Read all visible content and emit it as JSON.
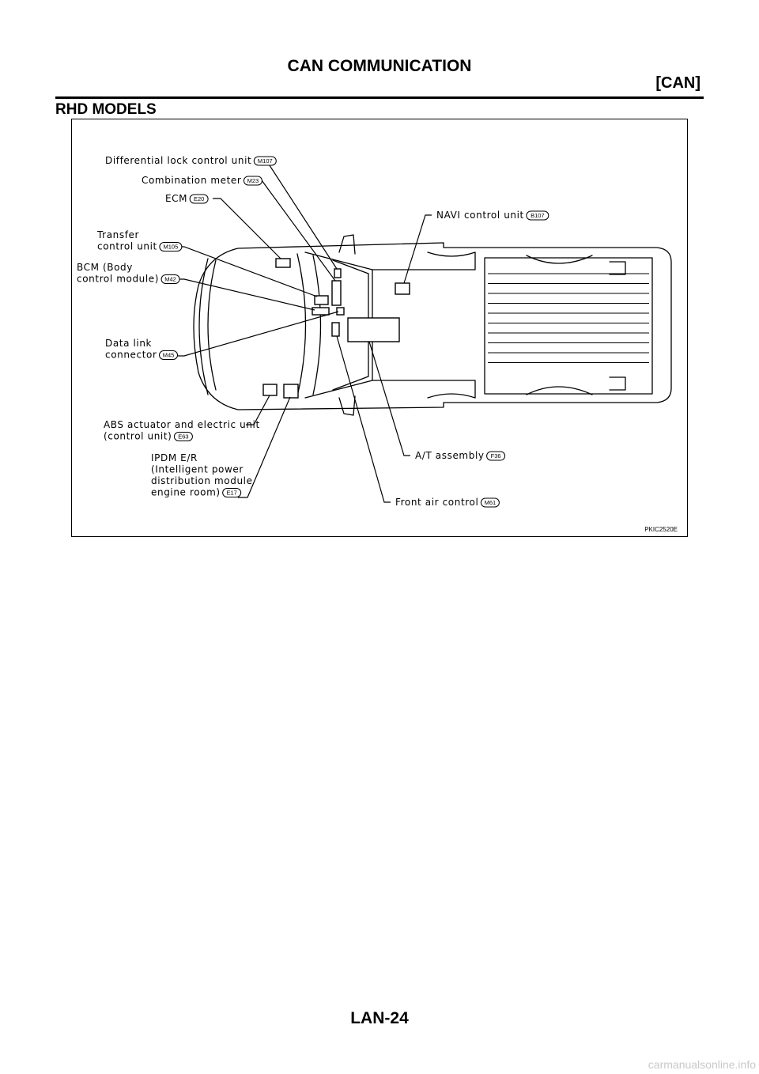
{
  "header": {
    "title": "CAN COMMUNICATION",
    "section": "[CAN]"
  },
  "subtitle": "RHD MODELS",
  "figure": {
    "labels": [
      {
        "lines": [
          "Differential lock control unit"
        ],
        "code": "M107"
      },
      {
        "lines": [
          "Combination meter"
        ],
        "code": "M23"
      },
      {
        "lines": [
          "ECM"
        ],
        "code": "E20"
      },
      {
        "lines": [
          "NAVI control unit"
        ],
        "code": "B107"
      },
      {
        "lines": [
          "Transfer",
          "control unit"
        ],
        "code": "M105"
      },
      {
        "lines": [
          "BCM (Body",
          "control module)"
        ],
        "code": "M42"
      },
      {
        "lines": [
          "Data link",
          "connector"
        ],
        "code": "M45"
      },
      {
        "lines": [
          "ABS actuator and electric unit",
          "(control unit)"
        ],
        "code": "E63"
      },
      {
        "lines": [
          "IPDM E/R",
          "(Intelligent power",
          "distribution module",
          "engine room)"
        ],
        "code": "E17"
      },
      {
        "lines": [
          "A/T assembly"
        ],
        "code": "F36"
      },
      {
        "lines": [
          "Front air control"
        ],
        "code": "M61"
      }
    ],
    "figure_id": "PKIC2520E"
  },
  "footer": {
    "page_number": "LAN-24",
    "watermark": "carmanualsonline.info"
  }
}
